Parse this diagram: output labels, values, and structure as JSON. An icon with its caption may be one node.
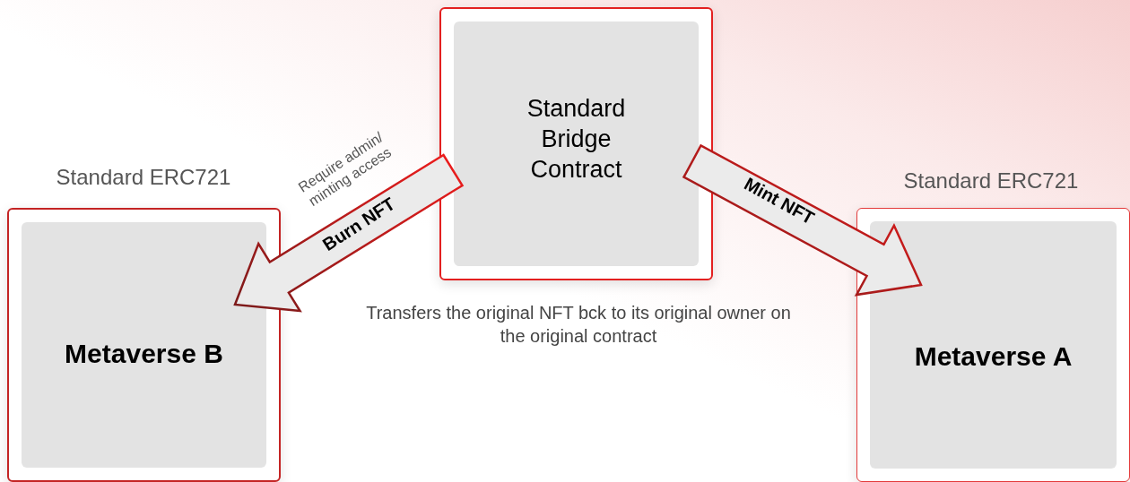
{
  "diagram": {
    "nodes": [
      {
        "text": [
          "Standard Bridge Contract"
        ],
        "beside": [
          "Transfers the original NFT bck to its original owner on the original contract"
        ]
      },
      {
        "text": [
          "Metaverse B"
        ],
        "beside": [
          "Standard ERC721"
        ]
      },
      {
        "text": [
          "Metaverse A"
        ],
        "beside": [
          "Standard ERC721"
        ]
      }
    ],
    "edges": [
      {
        "from": 0,
        "to": 1,
        "arrow": "to",
        "label": "Burn NFT"
      },
      {
        "from": 0,
        "to": 2,
        "arrow": "to",
        "label": "Mint NFT"
      }
    ],
    "labels": [
      "Require admin/ minting access"
    ]
  }
}
